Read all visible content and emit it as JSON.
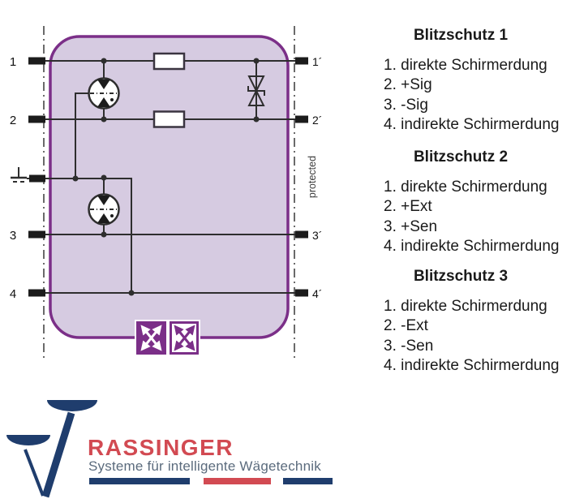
{
  "diagram": {
    "left_terminals": [
      "1",
      "2",
      "3",
      "4"
    ],
    "right_terminals": [
      "1´",
      "2´",
      "3´",
      "4´"
    ],
    "protected_label": "protected",
    "icons": [
      {
        "name": "arrows-cross-solid-icon"
      },
      {
        "name": "arrows-cross-outline-icon"
      }
    ],
    "colors": {
      "box_fill": "#d6cbe1",
      "box_border": "#7b2f88",
      "wire": "#2e2e2e",
      "terminal_black": "#1c1c1c",
      "icon_purple": "#7b2f88"
    }
  },
  "legend": {
    "blocks": [
      {
        "title": "Blitzschutz 1",
        "items": [
          "1. direkte Schirmerdung",
          "2. +Sig",
          "3. -Sig",
          "4. indirekte Schirmerdung"
        ]
      },
      {
        "title": "Blitzschutz 2",
        "items": [
          "1. direkte Schirmerdung",
          "2. +Ext",
          "3. +Sen",
          "4. indirekte Schirmerdung"
        ]
      },
      {
        "title": "Blitzschutz 3",
        "items": [
          "1. direkte Schirmerdung",
          "2. -Ext",
          "3. -Sen",
          "4. indirekte Schirmerdung"
        ]
      }
    ]
  },
  "logo": {
    "brand": "RASSINGER",
    "tagline": "Systeme für intelligente Wägetechnik",
    "colors": {
      "navy": "#1f3d6d",
      "red": "#d24a52",
      "tagline_gray": "#5b6b7d"
    }
  }
}
